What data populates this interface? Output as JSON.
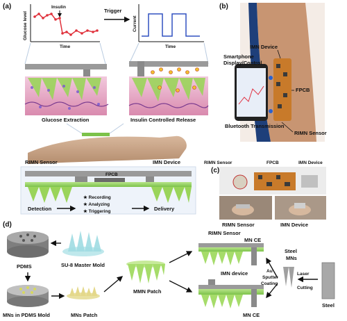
{
  "panels": {
    "a": "(a)",
    "b": "(b)",
    "c": "(c)",
    "d": "(d)"
  },
  "panel_a": {
    "glucose_chart": {
      "ylabel": "Glucose level",
      "xlabel": "Time",
      "annotation": "Insulin"
    },
    "trigger": "Trigger",
    "current_chart": {
      "ylabel": "Current",
      "xlabel": "Time"
    },
    "glucose_extraction": "Glucose Extraction",
    "insulin_release": "Insulin Controlled Release",
    "rimn_sensor": "RIMN Sensor",
    "imn_device": "IMN Device",
    "fpcb": "FPCB",
    "detection": "Detection",
    "recording": "Recording",
    "analyzing": "Analyzing",
    "triggering": "Triggering",
    "delivery": "Delivery"
  },
  "panel_b": {
    "imn_device": "IMN Device",
    "smartphone": "Smartphone",
    "display_control": "Display/Control",
    "fpcb": "FPCB",
    "bluetooth": "Bluetooth Transmission",
    "rimn_sensor": "RIMN Sensor"
  },
  "panel_c": {
    "rimn_sensor": "RIMN Sensor",
    "fpcb": "FPCB",
    "imn_device": "IMN Device",
    "rimn_sensor_bottom": "RIMN Sensor",
    "imn_device_bottom": "IMN Device"
  },
  "panel_d": {
    "pdms": "PDMS",
    "su8": "SU-8 Master Mold",
    "mns_in_pdms": "MNs in PDMS Mold",
    "mns_patch": "MNs Patch",
    "mmn_patch": "MMN Patch",
    "rimn_sensor": "RIMN Sensor",
    "mn_ce_top": "MN CE",
    "imn_device": "IMN device",
    "mn_ce_bottom": "MN CE",
    "au_sputter_1": "Au",
    "au_sputter_2": "Sputter",
    "au_sputter_3": "Coating",
    "steel_mns_1": "Steel",
    "steel_mns_2": "MNs",
    "laser_1": "Laser",
    "laser_2": "Cutting",
    "steel": "Steel"
  },
  "colors": {
    "skin": "#e2a6c0",
    "gel": "#8fd14f",
    "device": "#9a9a9a",
    "arrow": "#111111",
    "glucose_line": "#e0303a",
    "current_line": "#3050c0"
  }
}
